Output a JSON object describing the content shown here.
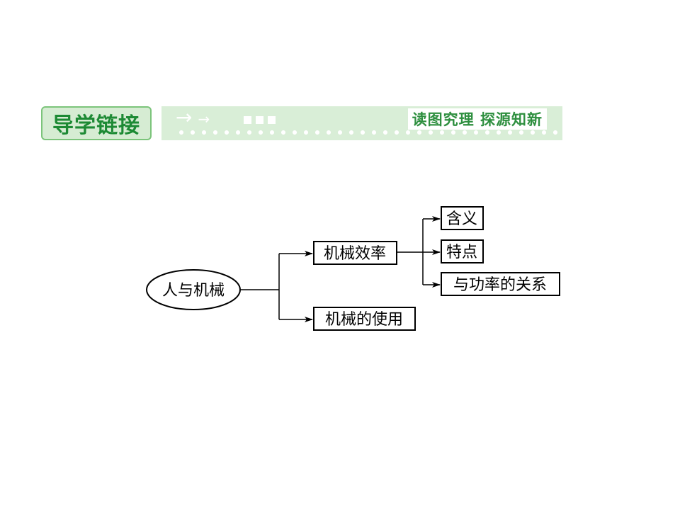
{
  "header": {
    "badge_label": "导学链接",
    "slogan": "读图究理  探源知新"
  },
  "diagram": {
    "root": "人与机械",
    "branches": [
      {
        "label": "机械效率",
        "children": [
          "含义",
          "特点",
          "与功率的关系"
        ]
      },
      {
        "label": "机械的使用",
        "children": []
      }
    ]
  },
  "colors": {
    "header_green": "#1d8a34",
    "header_light": "#d9eed7"
  }
}
